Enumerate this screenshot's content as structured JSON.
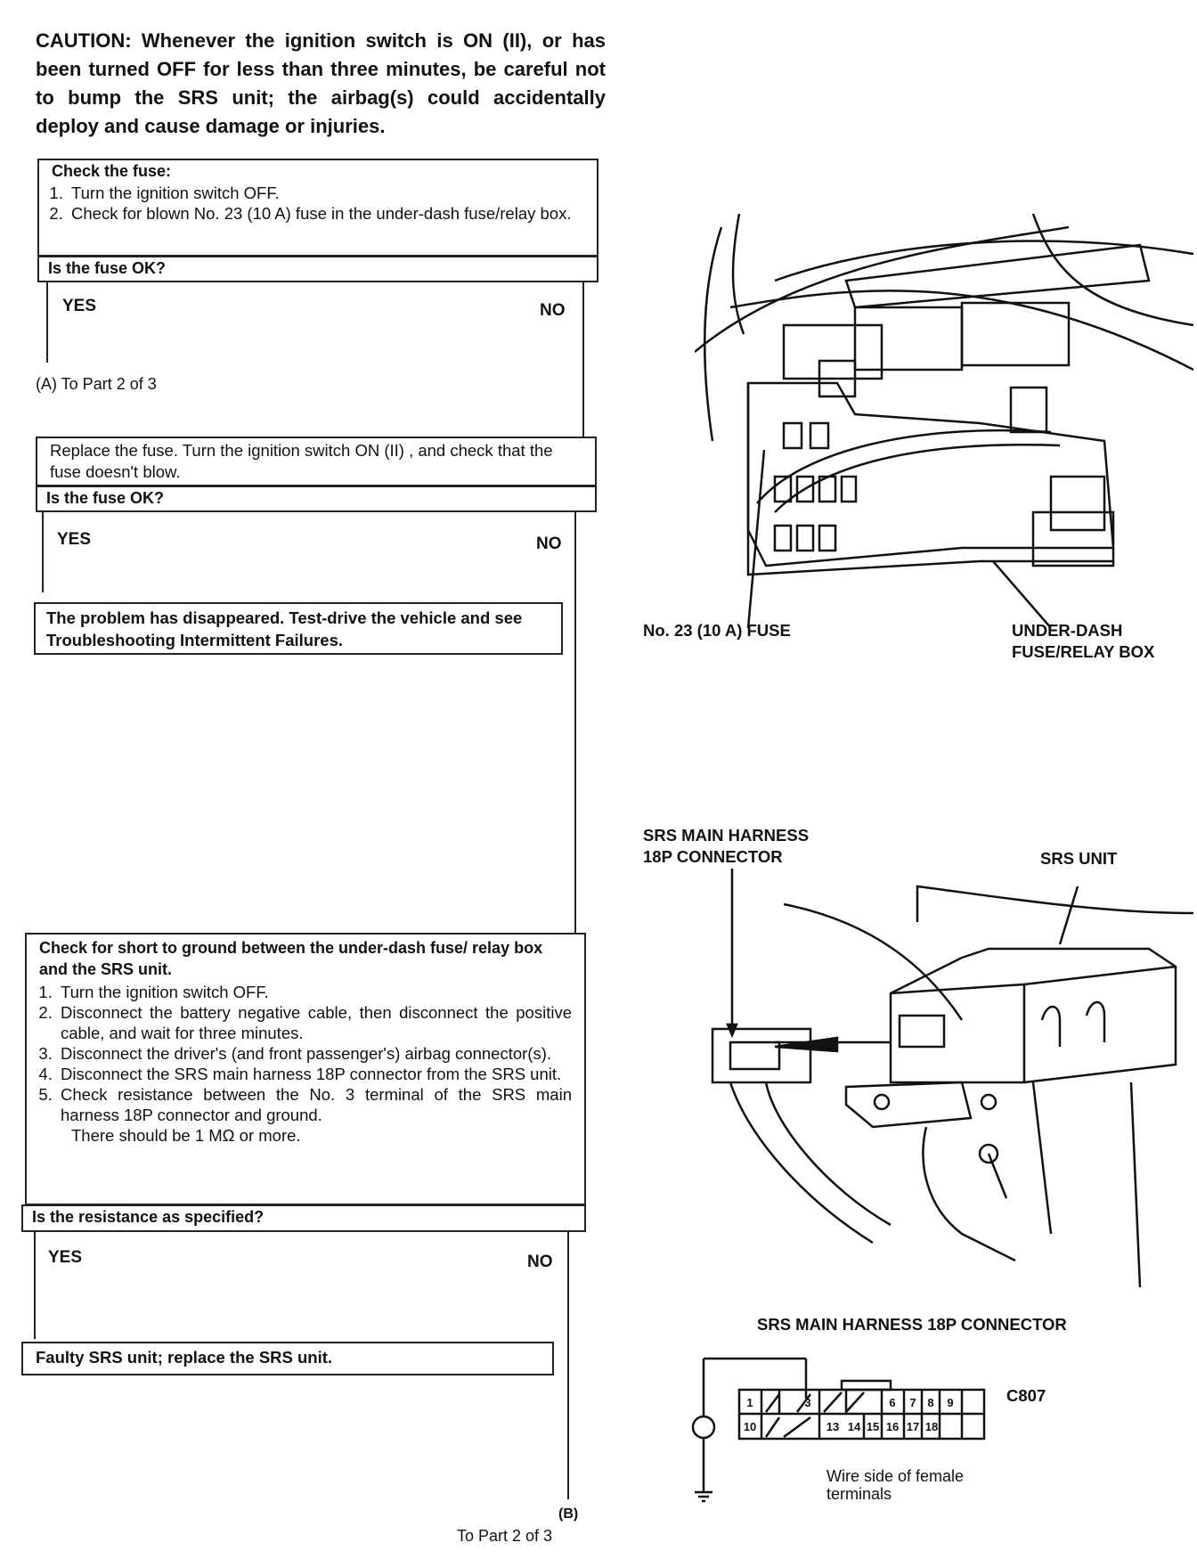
{
  "caution": "CAUTION: Whenever the ignition switch is ON (II), or has been turned OFF for less than three minutes, be careful not to bump the SRS unit; the airbag(s) could accidentally deploy and cause damage or injuries.",
  "step1": {
    "title": "Check the fuse:",
    "items": [
      "Turn the ignition switch OFF.",
      "Check for blown No. 23 (10 A) fuse in the under-dash fuse/relay box."
    ],
    "question": "Is the fuse OK?",
    "yes": "YES",
    "no": "NO",
    "yes_target": "(A) To Part 2 of 3"
  },
  "step2": {
    "text": "Replace the fuse. Turn the ignition switch ON (II) , and check that the fuse doesn't blow.",
    "question": "Is the fuse OK?",
    "yes": "YES",
    "no": "NO",
    "result": "The problem has disappeared. Test-drive the vehicle and see Troubleshooting Intermittent Failures."
  },
  "step3": {
    "title": "Check for short to ground between the under-dash fuse/ relay box and the SRS unit.",
    "items": [
      "Turn the ignition switch OFF.",
      "Disconnect the battery negative cable, then disconnect the positive cable, and wait for three minutes.",
      "Disconnect the driver's (and front passenger's) airbag connector(s).",
      "Disconnect the SRS main harness 18P connector from the SRS unit.",
      "Check resistance between the No. 3 terminal of the SRS main harness 18P connector and ground."
    ],
    "spec": "There should be 1 MΩ or more.",
    "question": "Is the resistance as specified?",
    "yes": "YES",
    "no": "NO",
    "result": "Faulty SRS unit; replace the SRS unit.",
    "no_target_letter": "(B)",
    "no_target": "To Part 2 of 3"
  },
  "fig1": {
    "fuse_label": "No. 23 (10 A) FUSE",
    "box_label_1": "UNDER-DASH",
    "box_label_2": "FUSE/RELAY BOX"
  },
  "fig2": {
    "connector_label_1": "SRS MAIN HARNESS",
    "connector_label_2": "18P CONNECTOR",
    "unit_label": "SRS UNIT"
  },
  "fig3": {
    "title": "SRS MAIN HARNESS 18P CONNECTOR",
    "connector_id": "C807",
    "top_terminals": [
      "1",
      "3",
      "6",
      "7",
      "8",
      "9"
    ],
    "bottom_terminals": [
      "10",
      "13",
      "14",
      "15",
      "16",
      "17",
      "18"
    ],
    "note_1": "Wire side of female",
    "note_2": "terminals"
  }
}
